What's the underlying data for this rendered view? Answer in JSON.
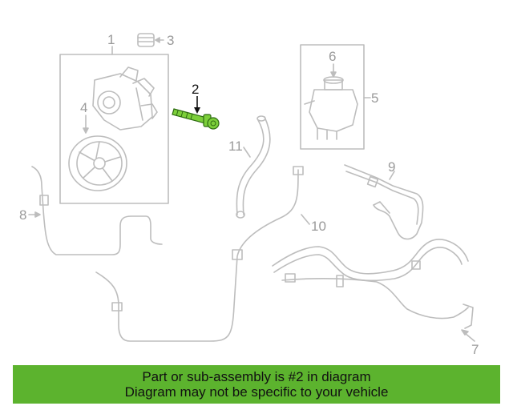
{
  "colors": {
    "line": "#bdbdbd",
    "label": "#9a9a9a",
    "highlight_fill": "#7ccf3a",
    "highlight_stroke": "#2e6b12",
    "banner": "#5cb32e"
  },
  "callouts": [
    {
      "id": "1",
      "text": "1",
      "highlight": false
    },
    {
      "id": "2",
      "text": "2",
      "highlight": true
    },
    {
      "id": "3",
      "text": "3",
      "highlight": false
    },
    {
      "id": "4",
      "text": "4",
      "highlight": false
    },
    {
      "id": "5",
      "text": "5",
      "highlight": false
    },
    {
      "id": "6",
      "text": "6",
      "highlight": false
    },
    {
      "id": "7",
      "text": "7",
      "highlight": false
    },
    {
      "id": "8",
      "text": "8",
      "highlight": false
    },
    {
      "id": "9",
      "text": "9",
      "highlight": false
    },
    {
      "id": "10",
      "text": "10",
      "highlight": false
    },
    {
      "id": "11",
      "text": "11",
      "highlight": false
    }
  ],
  "banner": {
    "line1": "Part or sub-assembly is #2 in diagram",
    "line2": "Diagram may not be specific to your vehicle"
  }
}
